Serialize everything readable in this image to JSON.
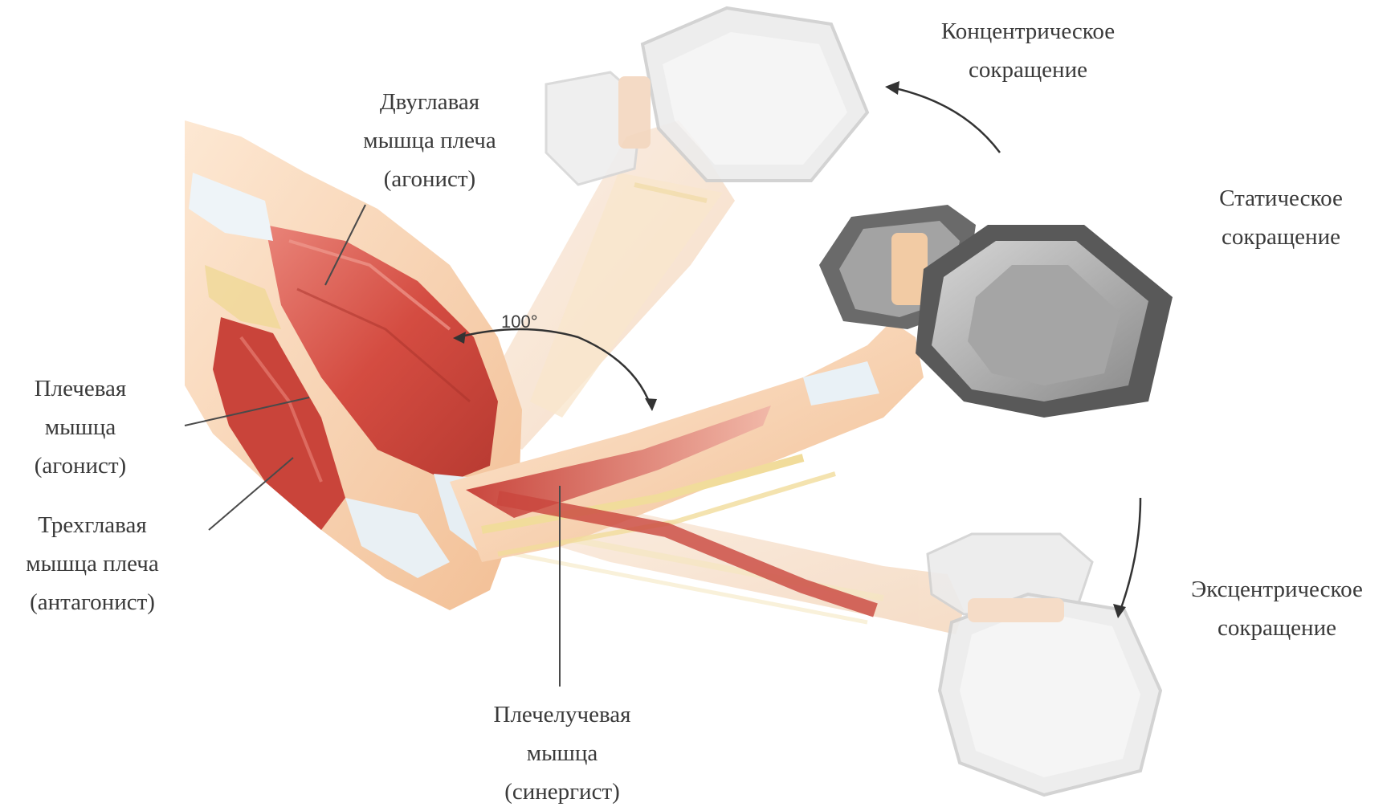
{
  "labels": {
    "biceps": [
      "Двуглавая",
      "мышца плеча",
      "(агонист)"
    ],
    "brachialis": [
      "Плечевая",
      "мышца",
      "(агонист)"
    ],
    "triceps": [
      "Трехглавая",
      "мышца плеча",
      "(антагонист)"
    ],
    "brachioradialis": [
      "Плечелучевая",
      "мышца",
      "(синергист)"
    ],
    "concentric": [
      "Концентрическое",
      "сокращение"
    ],
    "static": [
      "Статическое",
      "сокращение"
    ],
    "eccentric": [
      "Эксцентрическое",
      "сокращение"
    ]
  },
  "angle": "100°",
  "colors": {
    "skin": "#f6cfa8",
    "skin_light": "#fbe3cb",
    "muscle": "#d9564a",
    "muscle_dark": "#b8322b",
    "tendon": "#e8f1f6",
    "bone": "#f4e3a6",
    "dumbbell_gray": "#9a9a9a",
    "dumbbell_dark": "#5d5d5d",
    "dumbbell_light": "#e6e6e6"
  }
}
